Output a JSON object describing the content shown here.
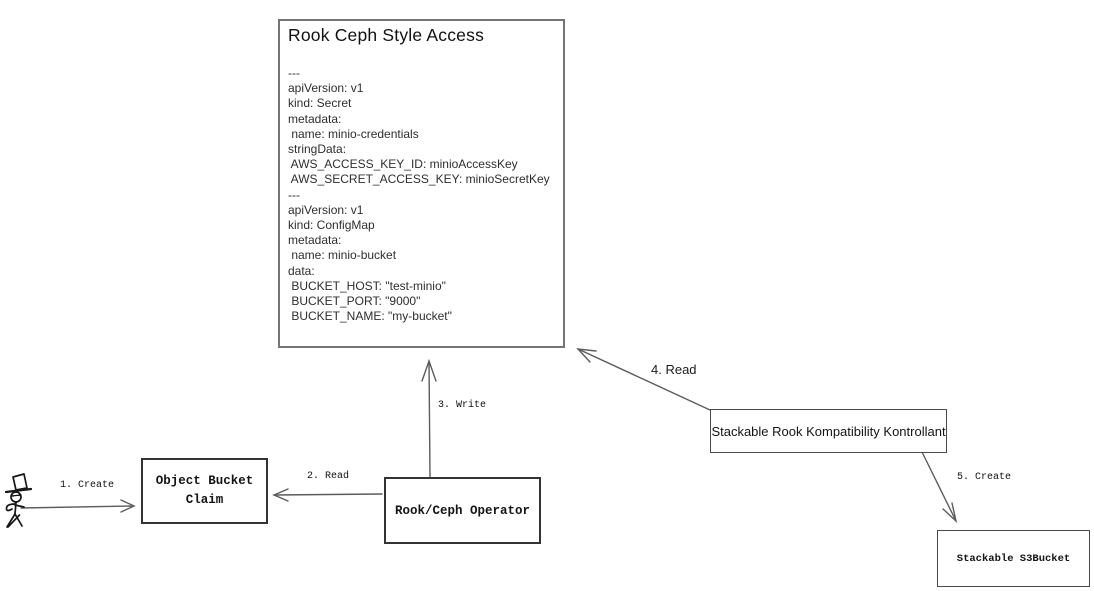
{
  "colors": {
    "background": "#ffffff",
    "main_box_border": "#757575",
    "node_border": "#333333",
    "arrow": "#5c5c5c",
    "text": "#141414"
  },
  "diagram": {
    "main_box": {
      "title": "Rook Ceph Style Access",
      "yaml_lines": [
        "---",
        "apiVersion: v1",
        "kind: Secret",
        "metadata:",
        " name: minio-credentials",
        "stringData:",
        " AWS_ACCESS_KEY_ID: minioAccessKey",
        " AWS_SECRET_ACCESS_KEY: minioSecretKey",
        "---",
        "apiVersion: v1",
        "kind: ConfigMap",
        "metadata:",
        " name: minio-bucket",
        "data:",
        " BUCKET_HOST: \"test-minio\"",
        " BUCKET_PORT: \"9000\"",
        " BUCKET_NAME: \"my-bucket\""
      ]
    },
    "nodes": {
      "object_bucket_claim": {
        "label": "Object Bucket\nClaim"
      },
      "rook_ceph_operator": {
        "label": "Rook/Ceph Operator"
      },
      "stackable_kontrollant": {
        "label": "Stackable Rook Kompatibility Kontrollant"
      },
      "stackable_s3bucket": {
        "label": "Stackable S3Bucket"
      }
    },
    "edges": {
      "e1": {
        "label": "1. Create"
      },
      "e2": {
        "label": "2. Read"
      },
      "e3": {
        "label": "3. Write"
      },
      "e4": {
        "label": "4. Read"
      },
      "e5": {
        "label": "5. Create"
      }
    },
    "actor": {
      "name": "user"
    }
  }
}
